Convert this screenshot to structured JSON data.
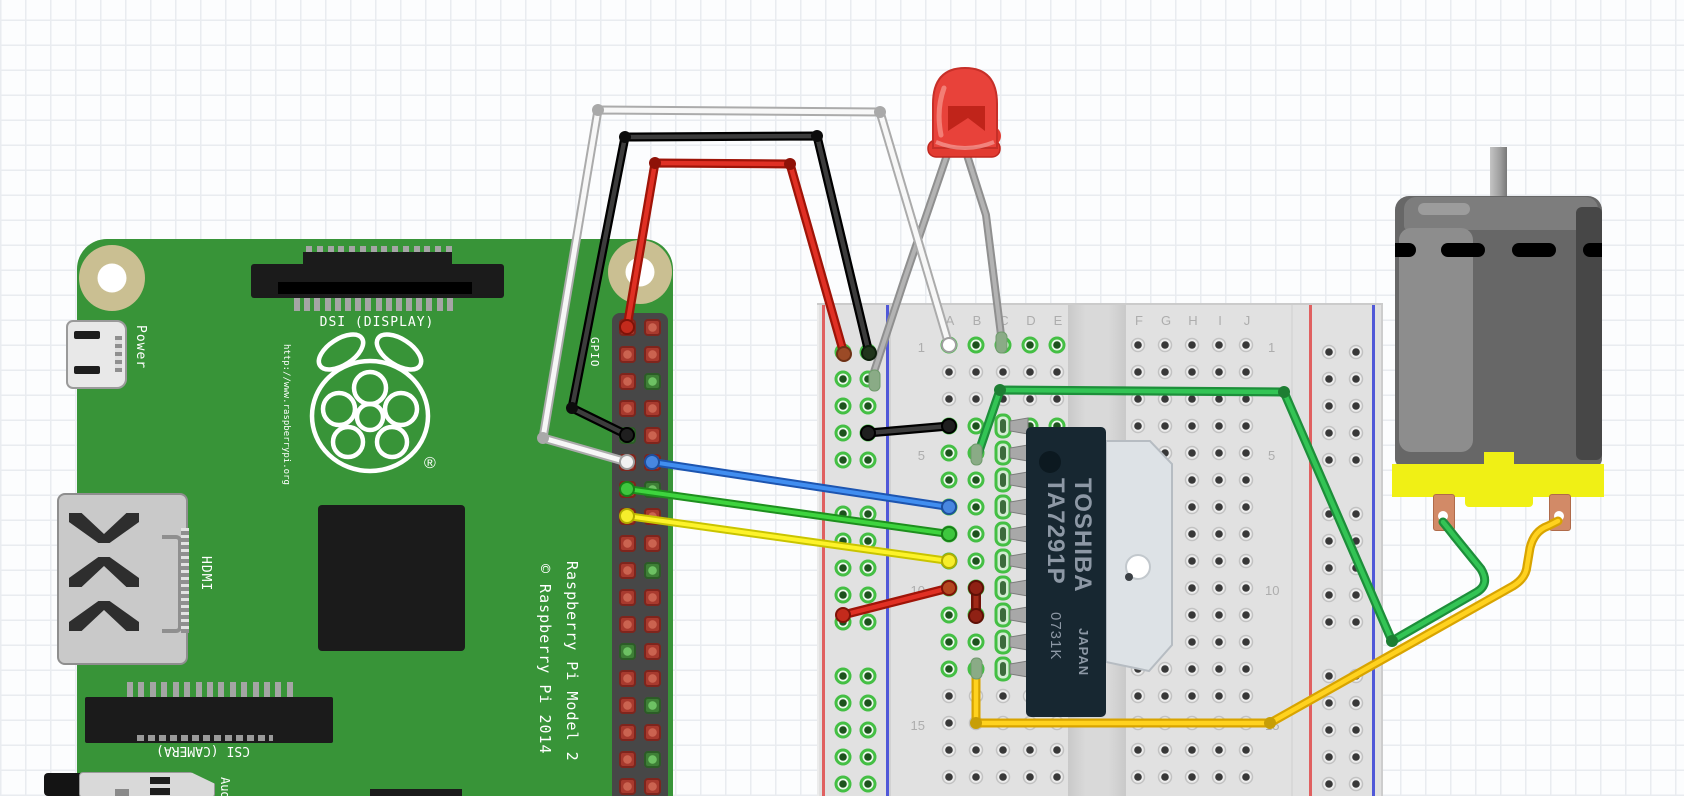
{
  "diagram": {
    "type": "fritzing-style breadboard circuit",
    "parts": [
      "Raspberry Pi board",
      "half+ breadboard",
      "TA7291P motor driver IC",
      "red LED",
      "DC motor"
    ]
  },
  "pi": {
    "dsi_label": "DSI (DISPLAY)",
    "csi_label": "CSI (CAMERA)",
    "power_label": "Power",
    "hdmi_label": "HDMI",
    "audio_label": "Audio",
    "gpio_label": "GPIO",
    "url_label": "http://www.raspberrypi.org",
    "model_label": "Raspberry Pi Model 2",
    "copyright_label": "© Raspberry Pi 2014",
    "logo_reg_mark": "®"
  },
  "ic": {
    "brand": "TOSHIBA",
    "part": "TA7291P",
    "country": "JAPAN",
    "lot": "0731K"
  },
  "breadboard": {
    "left_cols": [
      "A",
      "B",
      "C",
      "D",
      "E"
    ],
    "right_cols": [
      "F",
      "G",
      "H",
      "I",
      "J"
    ],
    "row_markers": [
      "1",
      "5",
      "10",
      "15"
    ]
  },
  "led": {
    "color": "red",
    "legs": "gray"
  },
  "motor": {
    "type": "dc-motor",
    "body_color": "gray",
    "base_color": "yellow"
  },
  "wires": [
    {
      "name": "red-power-arch",
      "color": "#d32f1a",
      "from": "gpio-row1-left",
      "to": "left-rail-red-column"
    },
    {
      "name": "black-gnd-arch",
      "color": "#1a1a1a",
      "from": "gpio-row5-left",
      "to": "left-rail-blue-column"
    },
    {
      "name": "white-signal",
      "color": "#f5f5f5",
      "from": "gpio-row6-left",
      "to": "breadboard-A1"
    },
    {
      "name": "blue-signal",
      "color": "#3a7de0",
      "from": "gpio-row6-right",
      "to": "breadboard-A7"
    },
    {
      "name": "green-signal",
      "color": "#2fc32f",
      "from": "gpio-row7-left",
      "to": "breadboard-A8"
    },
    {
      "name": "yellow-signal",
      "color": "#f2ea12",
      "from": "gpio-row8-left",
      "to": "breadboard-A9"
    },
    {
      "name": "black-jumper",
      "color": "#1a1a1a",
      "from": "left-rail-blue-column",
      "to": "breadboard-A4"
    },
    {
      "name": "red-jumper",
      "color": "#d32f1a",
      "from": "left-rail-red-column",
      "to": "breadboard-A10"
    },
    {
      "name": "dark-red-jumper",
      "color": "#96180c",
      "from": "breadboard-B10",
      "to": "breadboard-B11"
    },
    {
      "name": "green-motor-wire",
      "color": "#2ba64a",
      "from": "breadboard-B5",
      "to": "motor-terminal-left"
    },
    {
      "name": "gold-motor-wire",
      "color": "#f7c600",
      "from": "breadboard-B13",
      "to": "motor-terminal-right"
    },
    {
      "name": "led-leg-left",
      "color": "#a0a0a0",
      "from": "led",
      "to": "left-rail-blue-column"
    },
    {
      "name": "led-leg-right",
      "color": "#a0a0a0",
      "from": "led",
      "to": "breadboard-C1"
    }
  ],
  "colors": {
    "pcb_green": "#389438",
    "breadboard_gray": "#e1e1e1",
    "highlight_ring_green": "#44bf44",
    "rail_red_line": "#e06060",
    "rail_blue_line": "#5058d8",
    "ic_body": "#172731",
    "motor_base_yellow": "#f0f015"
  }
}
